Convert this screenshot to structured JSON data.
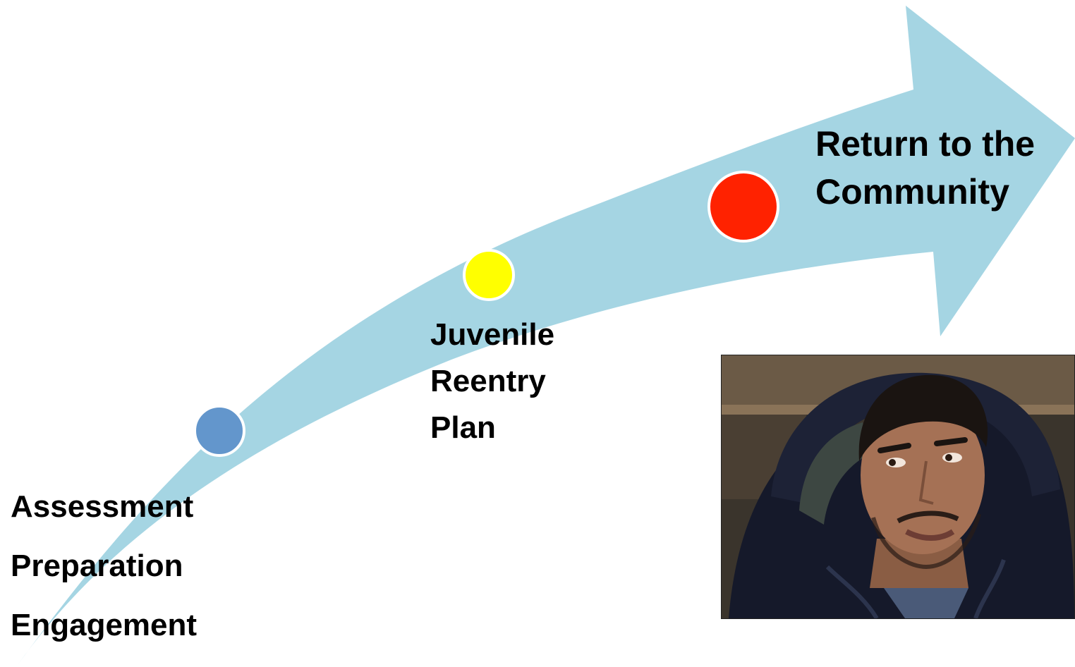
{
  "stages": {
    "start": {
      "lines": [
        "Assessment",
        "Preparation",
        "Engagement"
      ],
      "dot_color": "#6396cc"
    },
    "middle": {
      "lines": [
        "Juvenile",
        "Reentry",
        "Plan"
      ],
      "dot_color": "#ffff00"
    },
    "end": {
      "lines": [
        "Return to the",
        "Community"
      ],
      "dot_color": "#ff2200"
    }
  },
  "arrow": {
    "color": "#a5d5e3"
  },
  "photo": {
    "subject": "young-man-portrait"
  }
}
